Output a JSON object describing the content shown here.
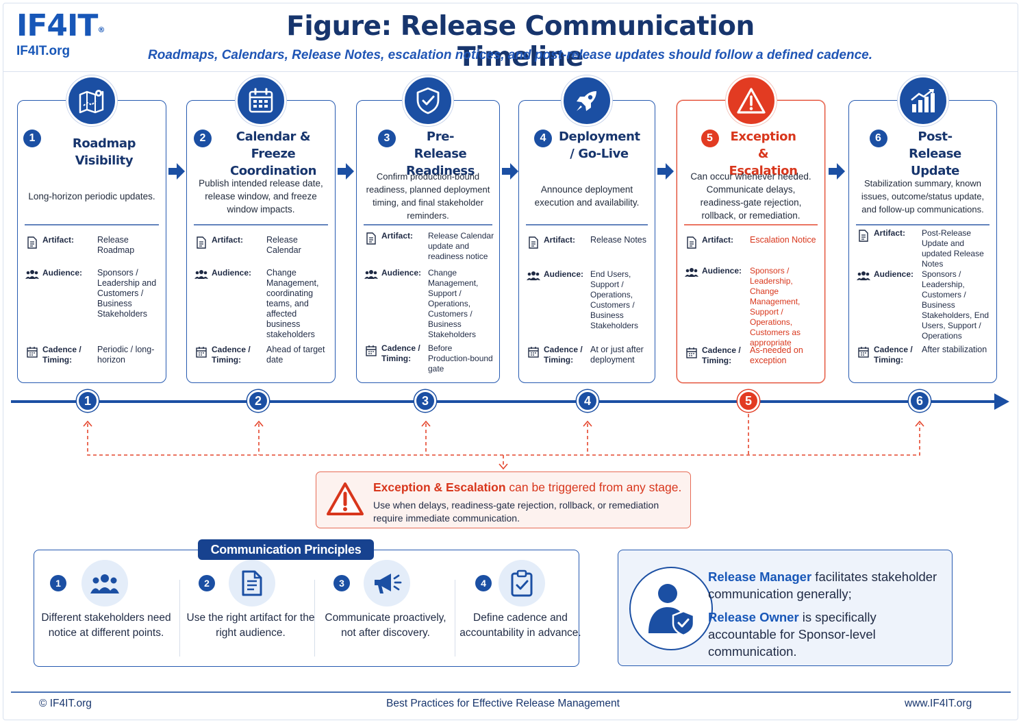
{
  "brand": {
    "logo": "IF4IT",
    "logo_reg": "®",
    "url": "IF4IT.org"
  },
  "header": {
    "title": "Figure: Release Communication Timeline",
    "subtitle": "Roadmaps, Calendars, Release Notes, escalation notices, and post-release updates should follow a defined cadence."
  },
  "labels": {
    "artifact": "Artifact:",
    "audience": "Audience:",
    "cadence_1": "Cadence /",
    "cadence_2": "Timing:"
  },
  "stages": [
    {
      "num": "1",
      "title": "Roadmap Visibility",
      "desc": "Long-horizon periodic updates.",
      "artifact": "Release Roadmap",
      "audience": "Sponsors / Leadership and Customers / Business Stakeholders",
      "cadence": "Periodic / long-horizon"
    },
    {
      "num": "2",
      "title": "Calendar & Freeze Coordination",
      "desc": "Publish intended release date, release window, and freeze window impacts.",
      "artifact": "Release Calendar",
      "audience": "Change Management, coordinating teams, and affected business stakeholders",
      "cadence": "Ahead of target date"
    },
    {
      "num": "3",
      "title": "Pre-Release Readiness",
      "desc": "Confirm production-bound readiness, planned deployment timing, and final stakeholder reminders.",
      "artifact": "Release Calendar update and readiness notice",
      "audience": "Change Management, Support / Operations, Customers / Business Stakeholders",
      "cadence": "Before Production-bound gate"
    },
    {
      "num": "4",
      "title": "Deployment / Go-Live",
      "desc": "Announce deployment execution and availability.",
      "artifact": "Release Notes",
      "audience": "End Users, Support / Operations, Customers / Business Stakeholders",
      "cadence": "At or just after deployment"
    },
    {
      "num": "5",
      "title": "Exception & Escalation",
      "desc": "Can occur whenever needed. Communicate delays, readiness-gate rejection, rollback, or remediation.",
      "artifact": "Escalation Notice",
      "audience": "Sponsors / Leadership, Change Management, Support / Operations, Customers as appropriate",
      "cadence": "As-needed on exception"
    },
    {
      "num": "6",
      "title": "Post-Release Update",
      "desc": "Stabilization summary, known issues, outcome/status update, and follow-up communications.",
      "artifact": "Post-Release Update and updated Release Notes",
      "audience": "Sponsors / Leadership, Customers / Business Stakeholders, End Users, Support / Operations",
      "cadence": "After stabilization"
    }
  ],
  "timeline": {
    "markers": [
      "1",
      "2",
      "3",
      "4",
      "5",
      "6"
    ]
  },
  "exception_note": {
    "bold": "Exception & Escalation",
    "rest": " can be triggered from any stage.",
    "detail": "Use when delays, readiness-gate rejection, rollback, or remediation require immediate communication."
  },
  "principles": {
    "heading": "Communication Principles",
    "items": [
      {
        "num": "1",
        "icon": "people-icon",
        "text": "Different stakeholders need notice at different points."
      },
      {
        "num": "2",
        "icon": "document-icon",
        "text": "Use the right artifact for the right audience."
      },
      {
        "num": "3",
        "icon": "megaphone-icon",
        "text": "Communicate proactively, not after discovery."
      },
      {
        "num": "4",
        "icon": "clipboard-check-icon",
        "text": "Define cadence and accountability in advance."
      }
    ]
  },
  "roles": {
    "manager_bold": "Release Manager",
    "manager_rest": " facilitates stakeholder communication generally;",
    "owner_bold": "Release Owner",
    "owner_rest": " is specifically accountable for Sponsor-level communication."
  },
  "footer": {
    "left": "© IF4IT.org",
    "center": "Best Practices for Effective Release Management",
    "right": "www.IF4IT.org"
  },
  "colors": {
    "primary": "#1b4fa3",
    "navy": "#17356d",
    "accent_red": "#e23b22"
  }
}
